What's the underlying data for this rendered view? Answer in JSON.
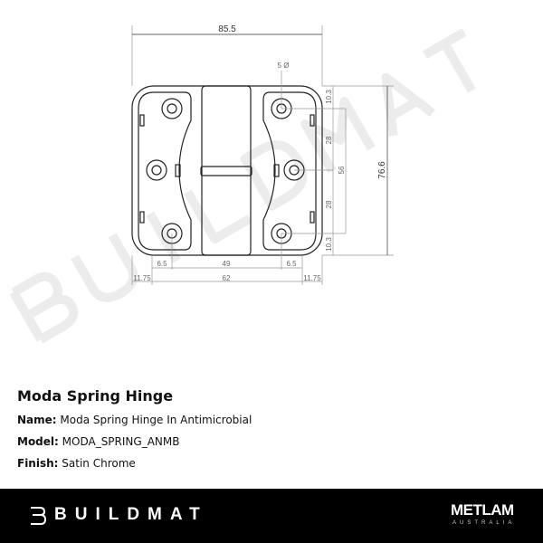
{
  "drawing": {
    "watermark": "BUILDMAT",
    "dimensions": {
      "overall_width": "85.5",
      "overall_height": "76.6",
      "hole_diameter": "5 Ø",
      "top_margin": "10.3",
      "upper_pitch": "28",
      "lower_pitch": "28",
      "bottom_margin": "10.3",
      "hole_span": "56",
      "left_offset": "6.5",
      "center_span": "49",
      "right_offset": "6.5",
      "left_edge": "11.75",
      "base_span": "62",
      "right_edge": "11.75"
    }
  },
  "product": {
    "title": "Moda Spring Hinge",
    "name_label": "Name:",
    "name_value": "Moda Spring Hinge In Antimicrobial",
    "model_label": "Model:",
    "model_value": "MODA_SPRING_ANMB",
    "finish_label": "Finish:",
    "finish_value": "Satin Chrome"
  },
  "footer": {
    "brand": "BUILDMAT",
    "partner": "METLAM",
    "partner_sub": "AUSTRALIA",
    "background": "#000000"
  }
}
